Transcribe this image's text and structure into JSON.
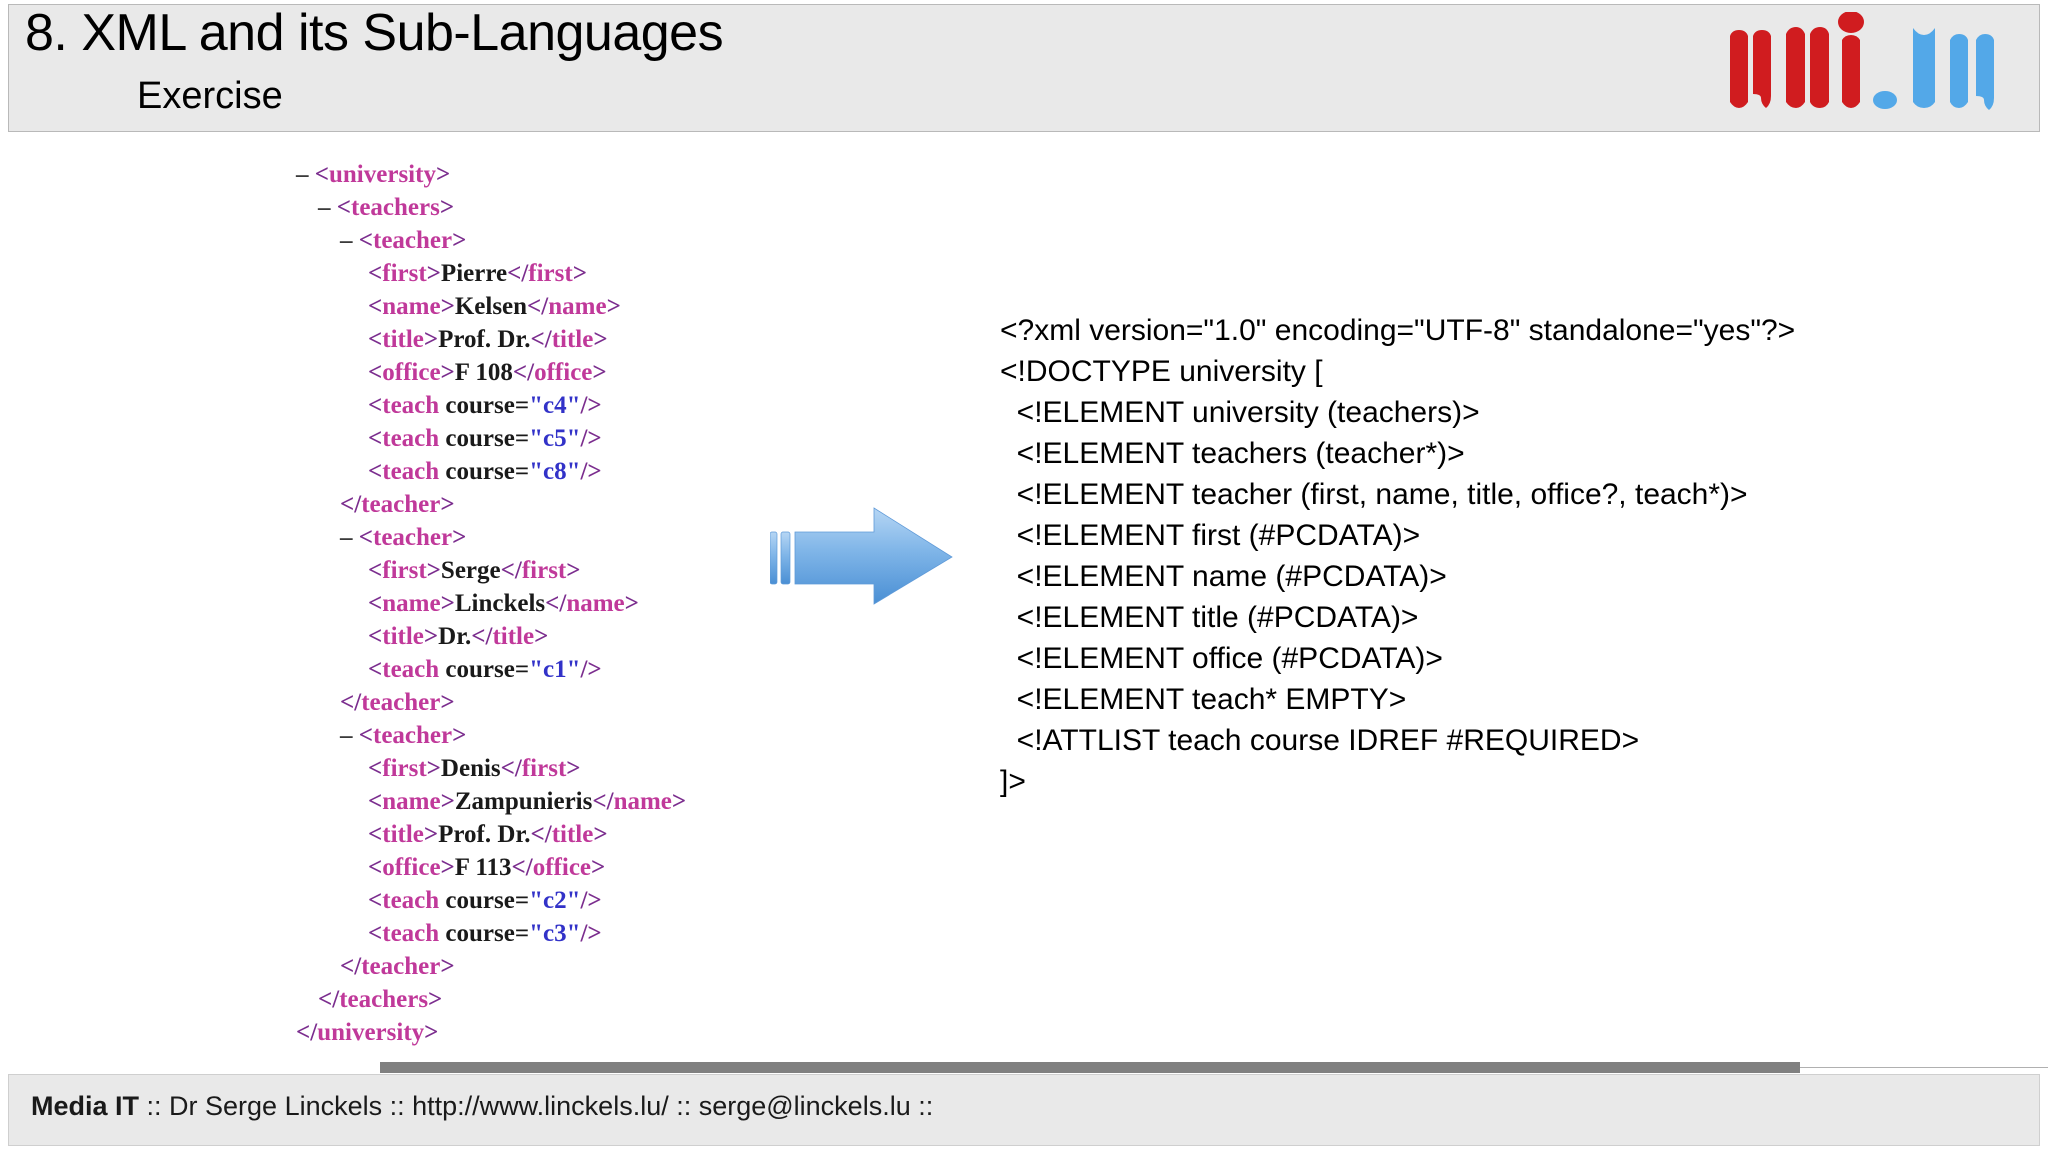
{
  "header": {
    "title": "8. XML and its Sub-Languages",
    "subtitle": "Exercise",
    "logo_alt": "uni.lu",
    "logo_red": "#d01c1f",
    "logo_blue": "#53a8e8"
  },
  "xml_tree": {
    "lines": [
      {
        "indent": 0,
        "marker": "–",
        "type": "open",
        "tag": "university"
      },
      {
        "indent": 1,
        "marker": "–",
        "type": "open",
        "tag": "teachers"
      },
      {
        "indent": 2,
        "marker": "–",
        "type": "open",
        "tag": "teacher"
      },
      {
        "indent": 3,
        "marker": "",
        "type": "leaf",
        "tag": "first",
        "text": "Pierre"
      },
      {
        "indent": 3,
        "marker": "",
        "type": "leaf",
        "tag": "name",
        "text": "Kelsen"
      },
      {
        "indent": 3,
        "marker": "",
        "type": "leaf",
        "tag": "title",
        "text": "Prof. Dr."
      },
      {
        "indent": 3,
        "marker": "",
        "type": "leaf",
        "tag": "office",
        "text": "F 108"
      },
      {
        "indent": 3,
        "marker": "",
        "type": "empty",
        "tag": "teach",
        "attr": "course",
        "value": "\"c4\""
      },
      {
        "indent": 3,
        "marker": "",
        "type": "empty",
        "tag": "teach",
        "attr": "course",
        "value": "\"c5\""
      },
      {
        "indent": 3,
        "marker": "",
        "type": "empty",
        "tag": "teach",
        "attr": "course",
        "value": "\"c8\""
      },
      {
        "indent": 2,
        "marker": "",
        "type": "close",
        "tag": "teacher"
      },
      {
        "indent": 2,
        "marker": "–",
        "type": "open",
        "tag": "teacher"
      },
      {
        "indent": 3,
        "marker": "",
        "type": "leaf",
        "tag": "first",
        "text": "Serge"
      },
      {
        "indent": 3,
        "marker": "",
        "type": "leaf",
        "tag": "name",
        "text": "Linckels"
      },
      {
        "indent": 3,
        "marker": "",
        "type": "leaf",
        "tag": "title",
        "text": "Dr."
      },
      {
        "indent": 3,
        "marker": "",
        "type": "empty",
        "tag": "teach",
        "attr": "course",
        "value": "\"c1\""
      },
      {
        "indent": 2,
        "marker": "",
        "type": "close",
        "tag": "teacher"
      },
      {
        "indent": 2,
        "marker": "–",
        "type": "open",
        "tag": "teacher"
      },
      {
        "indent": 3,
        "marker": "",
        "type": "leaf",
        "tag": "first",
        "text": "Denis"
      },
      {
        "indent": 3,
        "marker": "",
        "type": "leaf",
        "tag": "name",
        "text": "Zampunieris"
      },
      {
        "indent": 3,
        "marker": "",
        "type": "leaf",
        "tag": "title",
        "text": "Prof. Dr."
      },
      {
        "indent": 3,
        "marker": "",
        "type": "leaf",
        "tag": "office",
        "text": "F 113"
      },
      {
        "indent": 3,
        "marker": "",
        "type": "empty",
        "tag": "teach",
        "attr": "course",
        "value": "\"c2\""
      },
      {
        "indent": 3,
        "marker": "",
        "type": "empty",
        "tag": "teach",
        "attr": "course",
        "value": "\"c3\""
      },
      {
        "indent": 2,
        "marker": "",
        "type": "close",
        "tag": "teacher"
      },
      {
        "indent": 1,
        "marker": "",
        "type": "close",
        "tag": "teachers"
      },
      {
        "indent": 0,
        "marker": "",
        "type": "close",
        "tag": "university"
      }
    ]
  },
  "arrow": {
    "name": "right-arrow",
    "fill_light": "#a8cdf0",
    "fill_dark": "#4a8fd4"
  },
  "dtd": {
    "lines": [
      "<?xml version=\"1.0\" encoding=\"UTF-8\" standalone=\"yes\"?>",
      "<!DOCTYPE university [",
      "  <!ELEMENT university (teachers)>",
      "  <!ELEMENT teachers (teacher*)>",
      "  <!ELEMENT teacher (first, name, title, office?, teach*)>",
      "  <!ELEMENT first (#PCDATA)>",
      "  <!ELEMENT name (#PCDATA)>",
      "  <!ELEMENT title (#PCDATA)>",
      "  <!ELEMENT office (#PCDATA)>",
      "  <!ELEMENT teach* EMPTY>",
      "  <!ATTLIST teach course IDREF #REQUIRED>",
      "]>"
    ]
  },
  "footer": {
    "brand": "Media IT",
    "rest": " :: Dr Serge Linckels :: http://www.linckels.lu/ :: serge@linckels.lu ::"
  }
}
